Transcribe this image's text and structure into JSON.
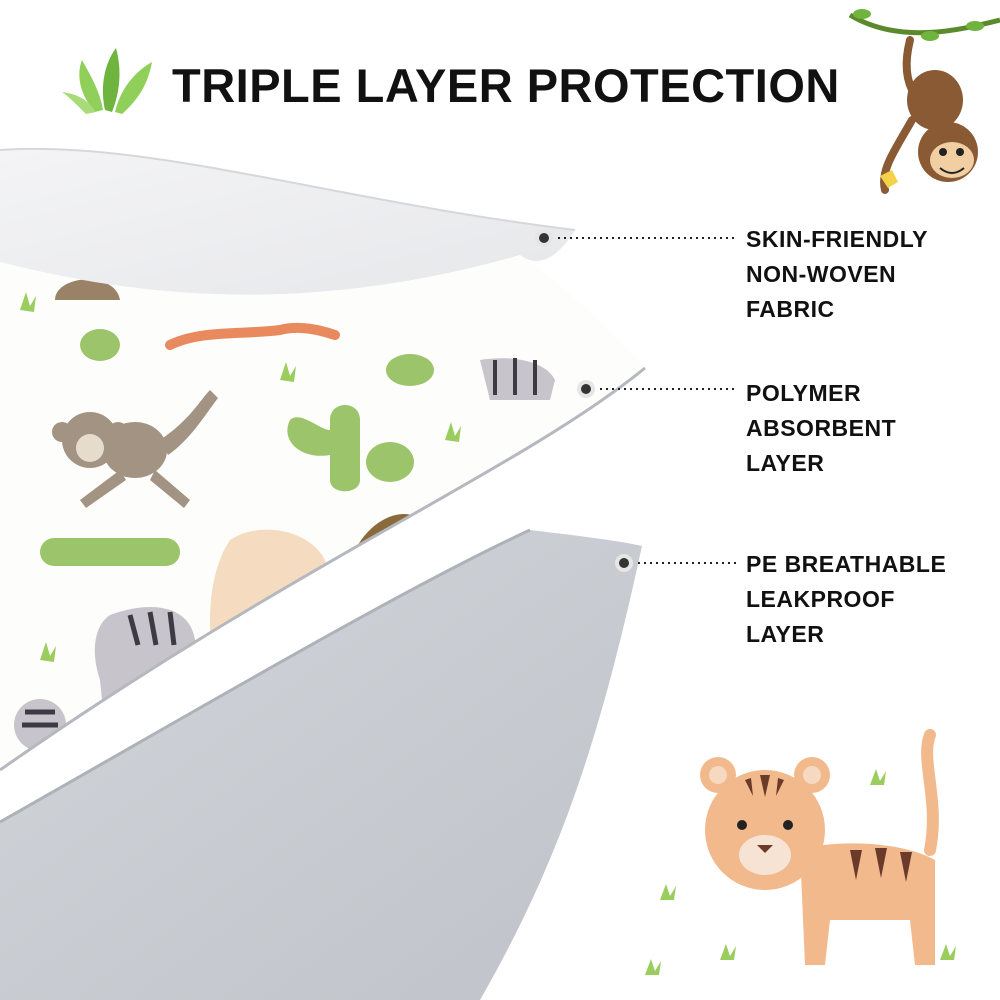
{
  "headline": "TRIPLE LAYER PROTECTION",
  "layers": [
    {
      "lines": [
        "SKIN-FRIENDLY",
        "NON-WOVEN",
        "FABRIC"
      ]
    },
    {
      "lines": [
        "POLYMER",
        "ABSORBENT",
        "LAYER"
      ]
    },
    {
      "lines": [
        "PE BREATHABLE",
        "LEAKPROOF",
        "LAYER"
      ]
    }
  ],
  "colors": {
    "text": "#111111",
    "leaf_green": "#7cc04a",
    "leakproof_layer": "#c8ccd2",
    "tiger_orange": "#f2b98c",
    "monkey_brown": "#8a5a34"
  },
  "icons": [
    "leaf-icon",
    "monkey-illustration",
    "tiger-illustration",
    "animal-pattern"
  ]
}
